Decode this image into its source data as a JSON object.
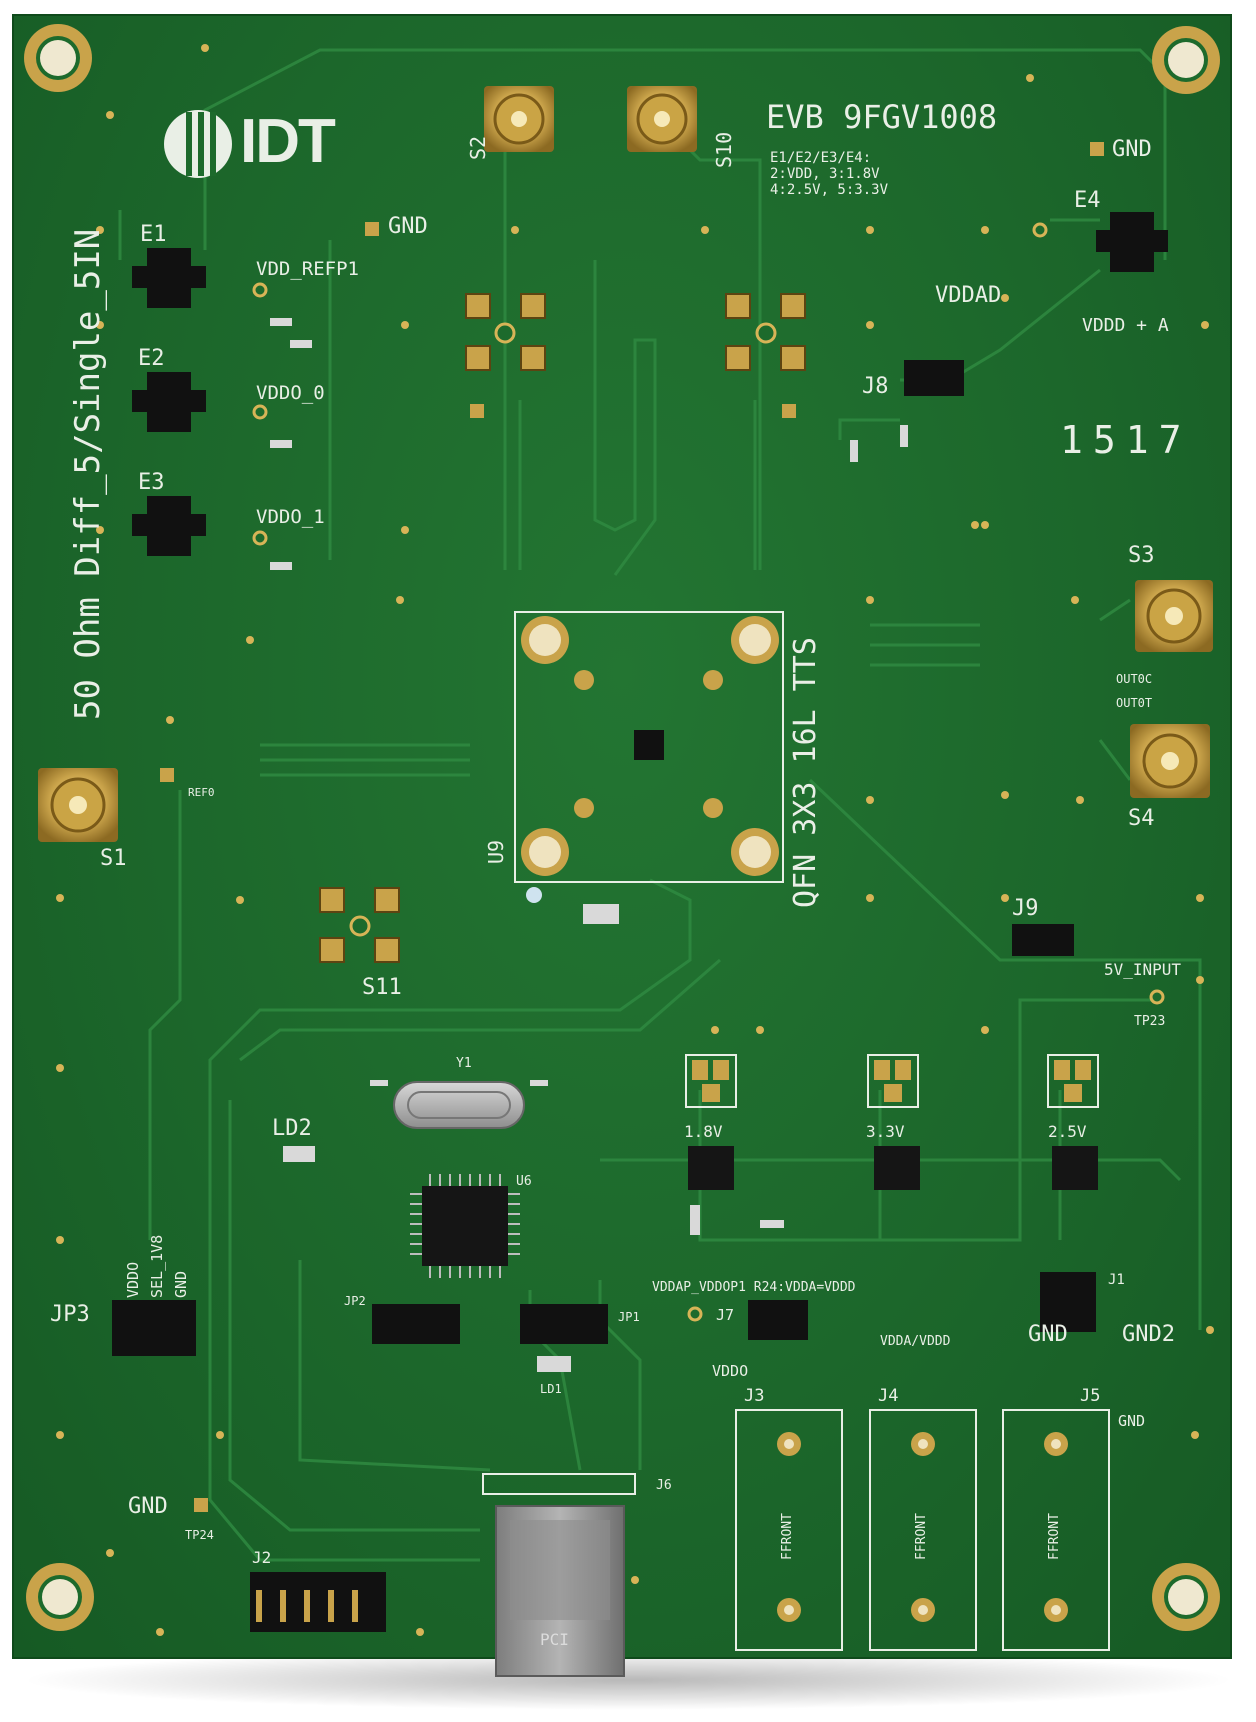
{
  "board": {
    "title": "EVB 9FGV1008",
    "logo": "IDT",
    "notes_line1": "E1/E2/E3/E4:",
    "notes_line2": "2:VDD, 3:1.8V",
    "notes_line3": "4:2.5V, 5:3.3V",
    "side_text": "50 Ohm Diff_5/Single_5IN",
    "package_text": "QFN 3X3 16L TTS",
    "date_code": "1517",
    "colors": {
      "pcb": "#1d6a2c",
      "silkscreen": "#e9efe6",
      "gold": "#c9a34a",
      "connector": "#111111",
      "metal": "#9a9a9a"
    }
  },
  "labels": {
    "gnd_top_left": "GND",
    "gnd_top_right": "GND",
    "e1": "E1",
    "e2": "E2",
    "e3": "E3",
    "e4": "E4",
    "vdd_refp1": "VDD_REFP1",
    "vddo_0": "VDDO_0",
    "vddo_1": "VDDO_1",
    "vddad": "VDDAD",
    "vddd_a": "VDDD + A",
    "j8": "J8",
    "s2": "S2",
    "s10": "S10",
    "s3": "S3",
    "s4": "S4",
    "s1": "S1",
    "s11": "S11",
    "u9": "U9",
    "j9": "J9",
    "in5v": "5V_INPUT",
    "tp23": "TP23",
    "ld2": "LD2",
    "jp3": "JP3",
    "gnd_bottom_left": "GND",
    "tp24": "TP24",
    "j2": "J2",
    "j3": "J3",
    "j4": "J4",
    "j5": "J5",
    "gnd_j5": "GND",
    "gnd2": "GND2",
    "gnd_near_j1": "GND",
    "r1v8": "1.8V",
    "r3v3": "3.3V",
    "r2v5": "2.5V",
    "vddo_j": "VDDO",
    "vdd_row": "VDDAP_VDDOP1  R24:VDDA=VDDD",
    "vdda_vddd": "VDDA/VDDD",
    "jp3_vddo": "VDDO",
    "jp3_sel": "SEL_1V8",
    "jp3_gnd": "GND",
    "pcie": "PCI",
    "j3_text": "FFRONT",
    "j4_text": "FFRONT",
    "j5_text": "FFRONT",
    "u6": "U6",
    "y1": "Y1",
    "out0": "OUT0C",
    "out1": "OUT0T",
    "ref": "REF0",
    "j6": "J6",
    "ld1": "LD1",
    "jp2": "JP2",
    "jp1": "JP1",
    "j7": "J7",
    "j1": "J1"
  }
}
